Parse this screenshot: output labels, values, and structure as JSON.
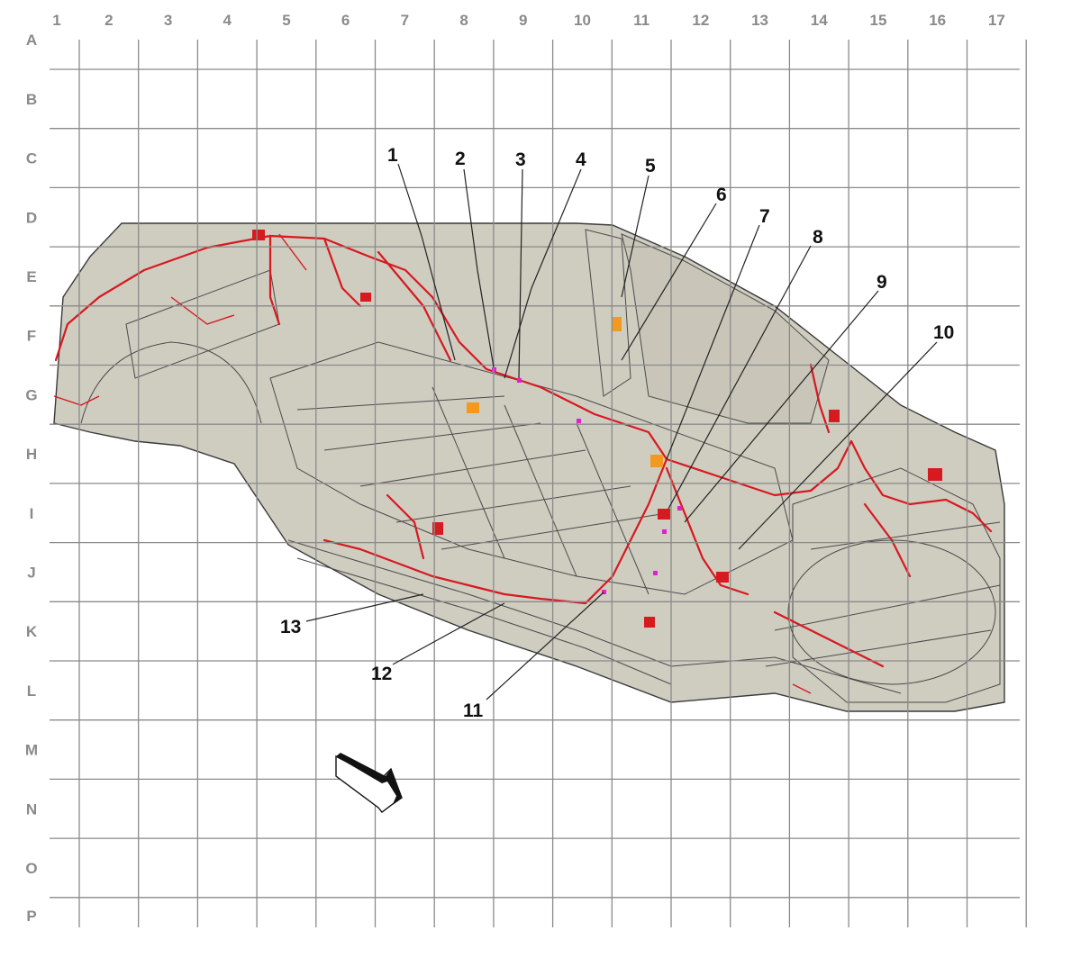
{
  "grid": {
    "columns": [
      "1",
      "2",
      "3",
      "4",
      "5",
      "6",
      "7",
      "8",
      "9",
      "10",
      "11",
      "12",
      "13",
      "14",
      "15",
      "16",
      "17"
    ],
    "rows": [
      "A",
      "B",
      "C",
      "D",
      "E",
      "F",
      "G",
      "H",
      "I",
      "J",
      "K",
      "L",
      "M",
      "N",
      "O",
      "P"
    ]
  },
  "callouts": [
    "1",
    "2",
    "3",
    "4",
    "5",
    "6",
    "7",
    "8",
    "9",
    "10",
    "11",
    "12",
    "13"
  ],
  "colors": {
    "grid": "#8a8a8a",
    "body": "#cfccc0",
    "harness": "#d71920",
    "connector_orange": "#f39a1e",
    "connector_magenta": "#e020d0"
  },
  "icons": {
    "direction_arrow": "forward-direction-arrow-icon"
  }
}
